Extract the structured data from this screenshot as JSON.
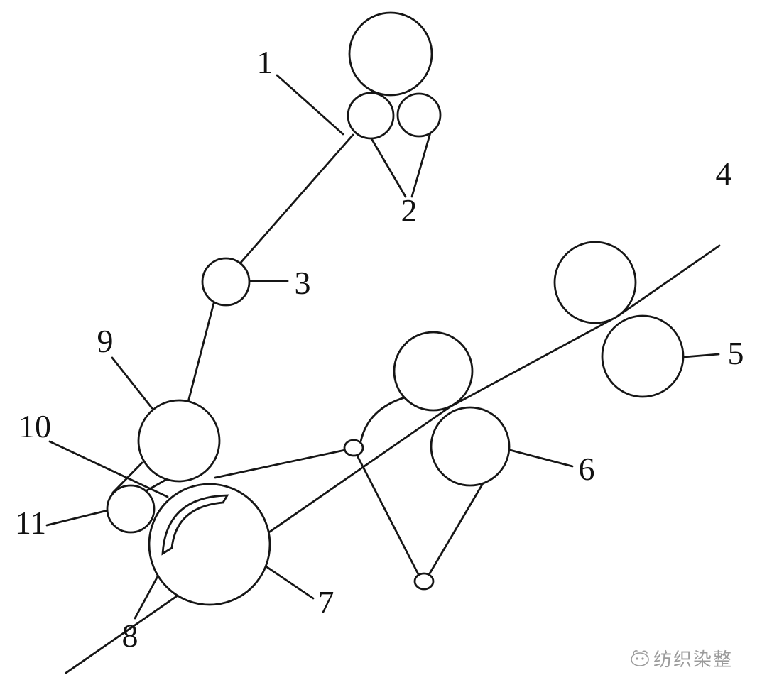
{
  "labels": {
    "n1": "1",
    "n2": "2",
    "n3": "3",
    "n4": "4",
    "n5": "5",
    "n6": "6",
    "n7": "7",
    "n8": "8",
    "n9": "9",
    "n10": "10",
    "n11": "11"
  },
  "watermark": {
    "text": "纺织染整"
  },
  "colors": {
    "line": "#161616",
    "background": "#ffffff",
    "watermark": "#9b9b9b"
  }
}
